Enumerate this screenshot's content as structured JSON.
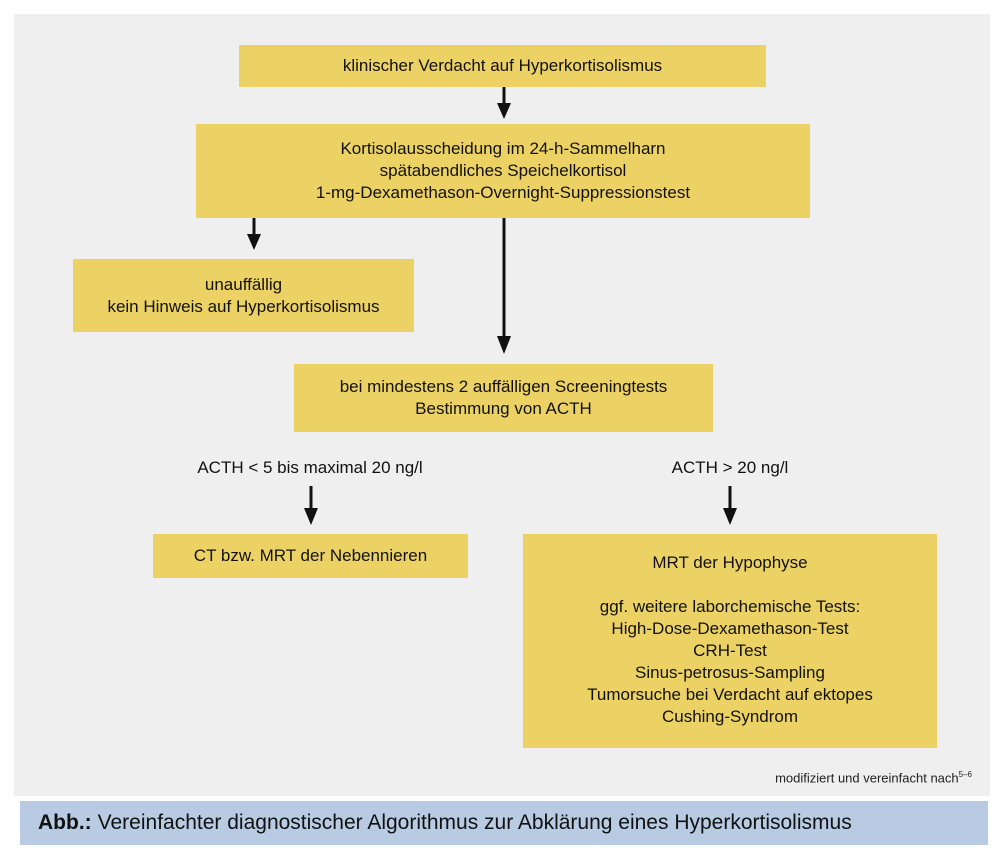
{
  "boxes": {
    "suspicion": {
      "lines": [
        "klinischer Verdacht auf Hyperkortisolismus"
      ]
    },
    "screening": {
      "lines": [
        "Kortisolausscheidung im 24-h-Sammelharn",
        "spätabendliches Speichelkortisol",
        "1-mg-Dexamethason-Overnight-Suppressionstest"
      ]
    },
    "normal": {
      "lines": [
        "unauffällig",
        "kein Hinweis auf Hyperkortisolismus"
      ]
    },
    "acth": {
      "lines": [
        "bei mindestens 2 auffälligen Screeningtests",
        "Bestimmung von ACTH"
      ]
    },
    "adrenal": {
      "lines": [
        "CT bzw. MRT der Nebennieren"
      ]
    },
    "pituitary": {
      "lines": [
        "MRT der Hypophyse",
        "",
        "ggf. weitere laborchemische Tests:",
        "High-Dose-Dexamethason-Test",
        "CRH-Test",
        "Sinus-petrosus-Sampling",
        "Tumorsuche bei Verdacht auf ektopes",
        "Cushing-Syndrom"
      ]
    }
  },
  "branch_labels": {
    "low": "ACTH < 5 bis maximal 20 ng/l",
    "high": "ACTH > 20 ng/l"
  },
  "source_note": {
    "text": "modifiziert und vereinfacht nach",
    "sup": "5–6"
  },
  "caption": {
    "prefix": "Abb.:",
    "text": "Vereinfachter diagnostischer Algorithmus zur Abklärung eines Hyperkortisolismus"
  },
  "colors": {
    "box_fill": "#ecd265",
    "panel_bg": "#efefef",
    "caption_bg": "#b8cbe2",
    "arrow": "#111111"
  }
}
